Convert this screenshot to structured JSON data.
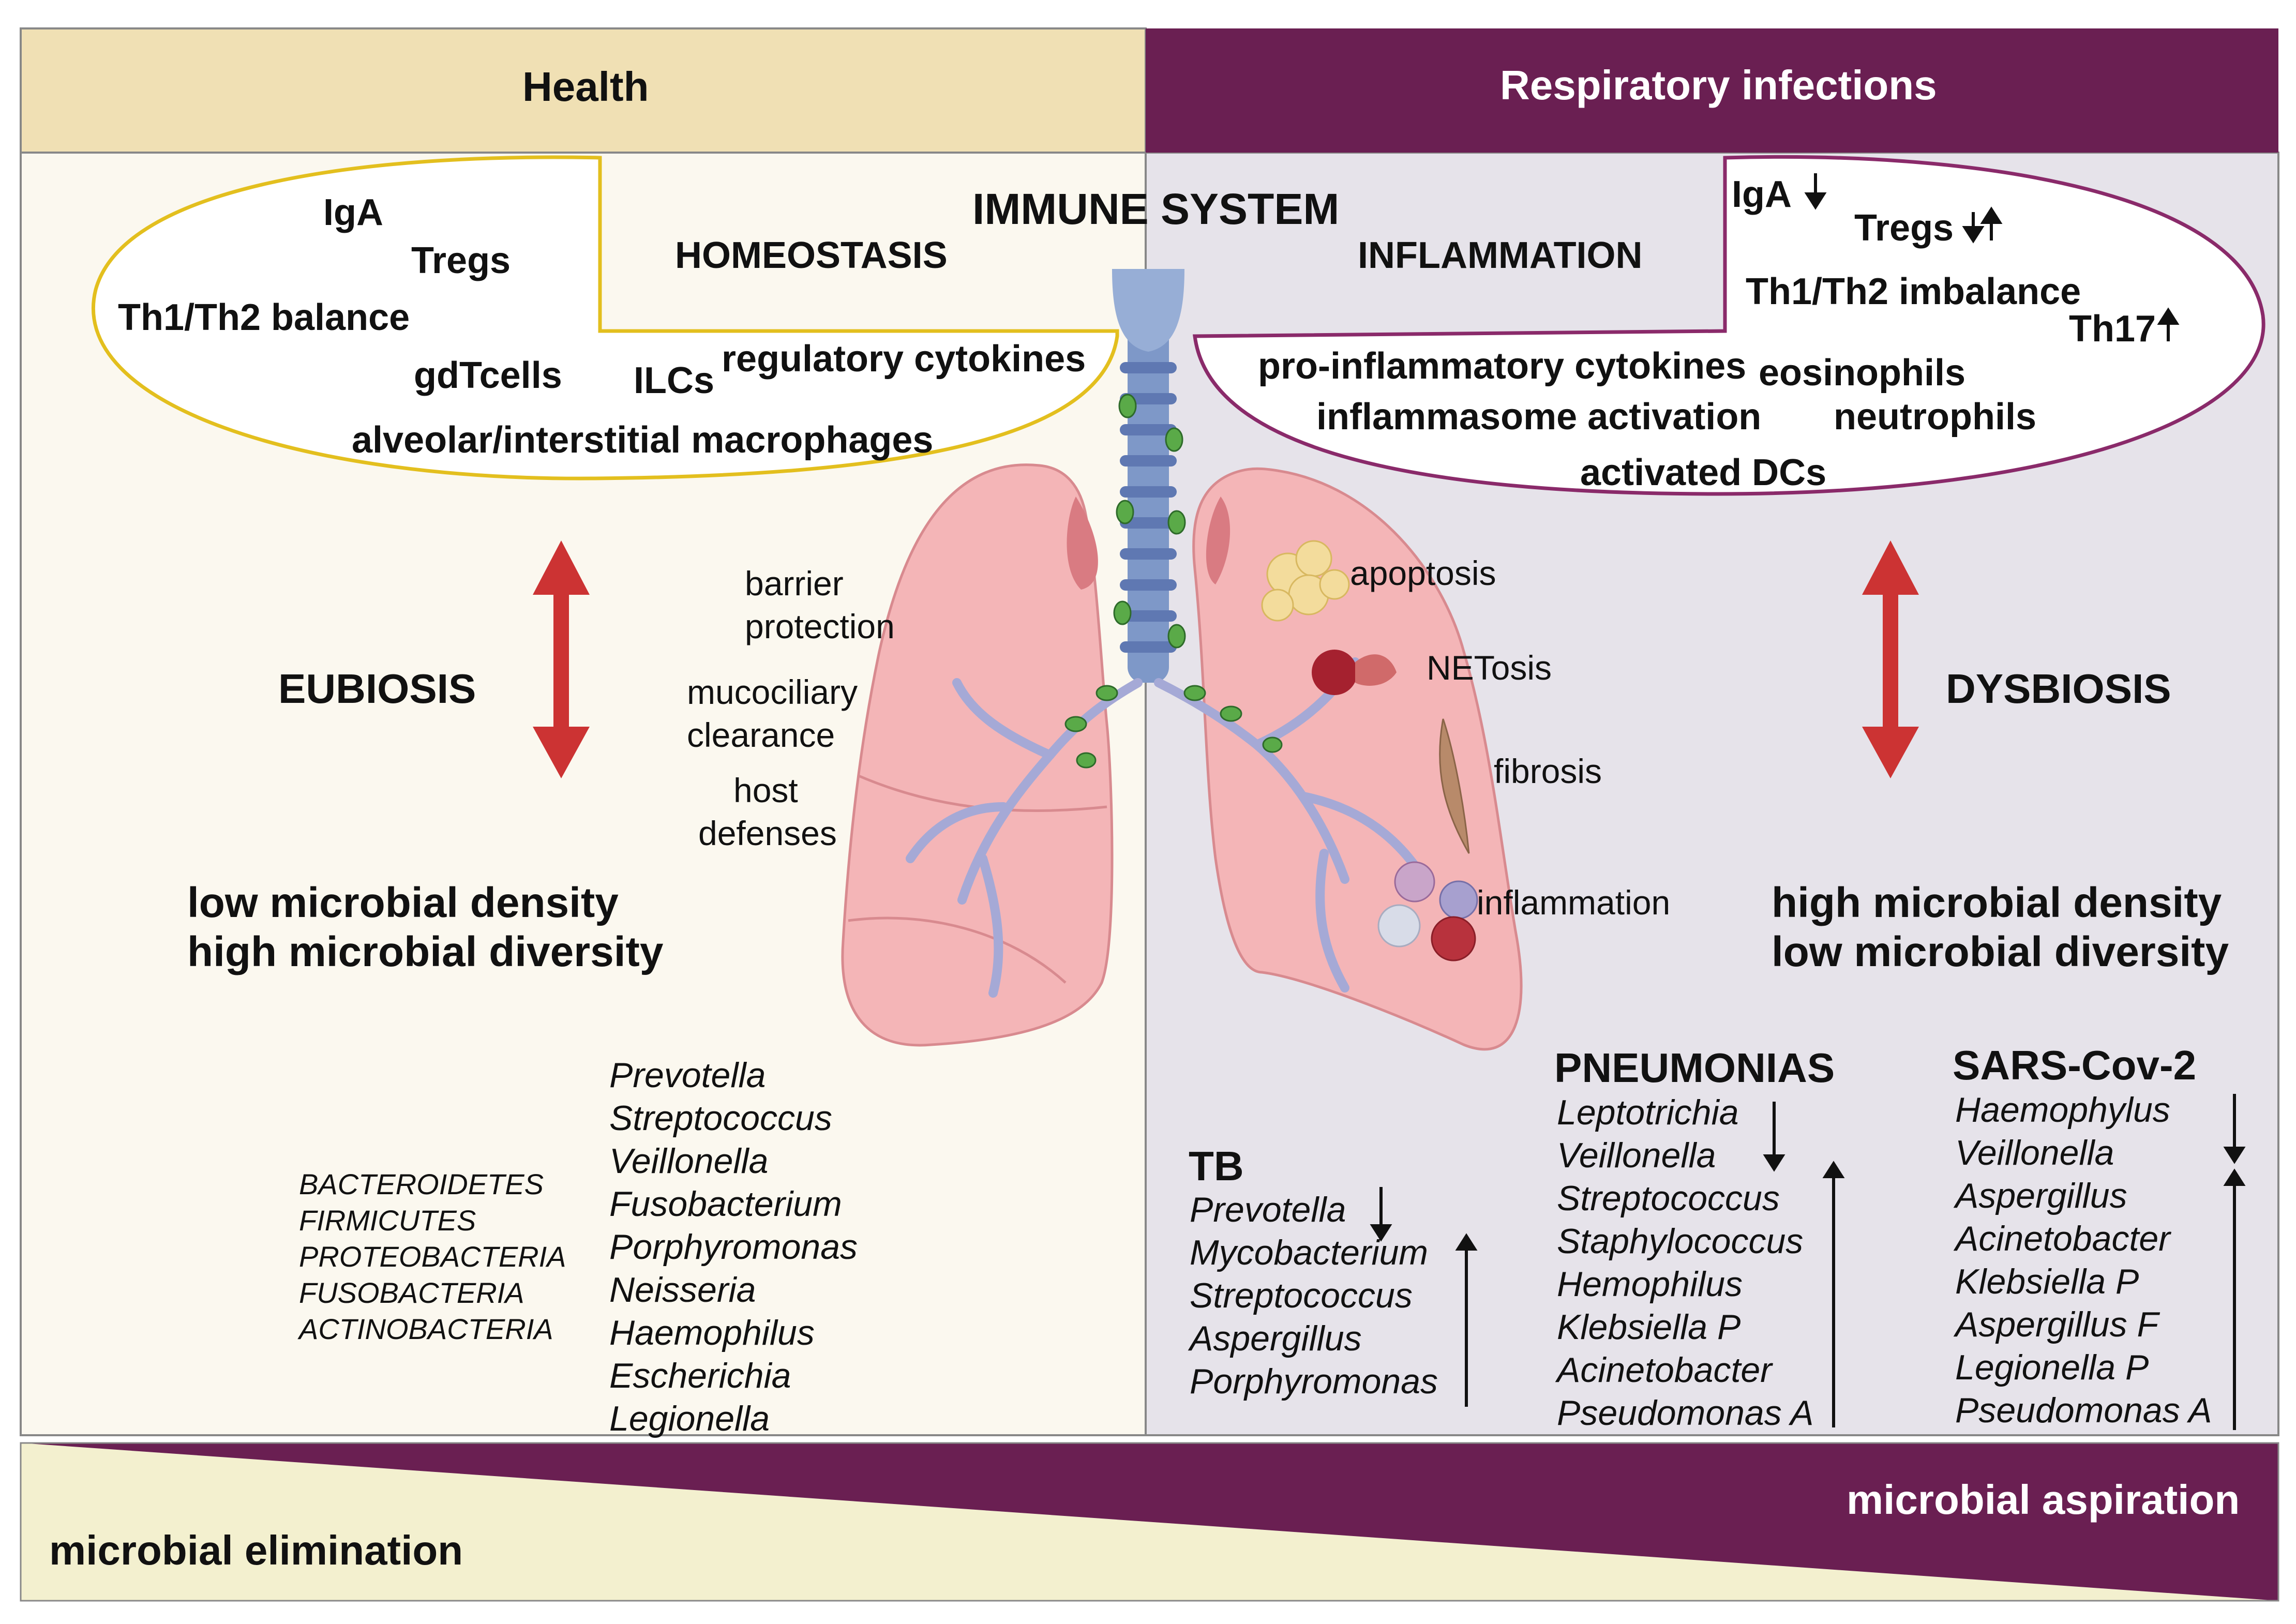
{
  "headers": {
    "health": "Health",
    "infection": "Respiratory infections"
  },
  "center_title": "IMMUNE SYSTEM",
  "health_oval": {
    "title": "HOMEOSTASIS",
    "items": [
      "IgA",
      "Tregs",
      "Th1/Th2 balance",
      "gdTcells",
      "ILCs",
      "regulatory cytokines",
      "alveolar/interstitial macrophages"
    ]
  },
  "infection_oval": {
    "title": "INFLAMMATION",
    "items": [
      "IgA",
      "Tregs",
      "Th1/Th2 imbalance",
      "Th17",
      "pro-inflammatory cytokines",
      "eosinophils",
      "inflammasome activation",
      "neutrophils",
      "activated DCs"
    ]
  },
  "lung_labels_left": [
    "barrier",
    "protection",
    "mucociliary",
    "clearance",
    "host",
    "defenses"
  ],
  "lung_labels_right": [
    "apoptosis",
    "NETosis",
    "fibrosis",
    "inflammation"
  ],
  "eubiosis": {
    "label": "EUBIOSIS",
    "line1": "low microbial density",
    "line2": "high microbial diversity"
  },
  "dysbiosis": {
    "label": "DYSBIOSIS",
    "line1": "high microbial density",
    "line2": "low microbial diversity"
  },
  "phyla": [
    "BACTEROIDETES",
    "FIRMICUTES",
    "PROTEOBACTERIA",
    "FUSOBACTERIA",
    "ACTINOBACTERIA"
  ],
  "healthy_genera": [
    "Prevotella",
    "Streptococcus",
    "Veillonella",
    "Fusobacterium",
    "Porphyromonas",
    "Neisseria",
    "Haemophilus",
    "Escherichia",
    "Legionella"
  ],
  "tb": {
    "title": "TB",
    "genera": [
      "Prevotella",
      "Mycobacterium",
      "Streptococcus",
      "Aspergillus",
      "Porphyromonas"
    ]
  },
  "pneumonias": {
    "title": "PNEUMONIAS",
    "genera": [
      "Leptotrichia",
      "Veillonella",
      "Streptococcus",
      "Staphylococcus",
      "Hemophilus",
      "Klebsiella P",
      "Acinetobacter",
      "Pseudomonas A"
    ]
  },
  "sars": {
    "title": "SARS-Cov-2",
    "genera": [
      "Haemophylus",
      "Veillonella",
      "Aspergillus",
      "Acinetobacter",
      "Klebsiella P",
      "Aspergillus F",
      "Legionella P",
      "Pseudomonas A"
    ]
  },
  "bottom": {
    "left": "microbial elimination",
    "right": "microbial aspiration"
  },
  "colors": {
    "health_header": "#f0e0b4",
    "health_panel": "#fbf8ef",
    "infection_header": "#6a1f52",
    "infection_panel": "#e6e3ea",
    "health_oval_stroke": "#e3bf1e",
    "infection_oval_stroke": "#8a2a6a",
    "arrow_red": "#cc3333"
  }
}
